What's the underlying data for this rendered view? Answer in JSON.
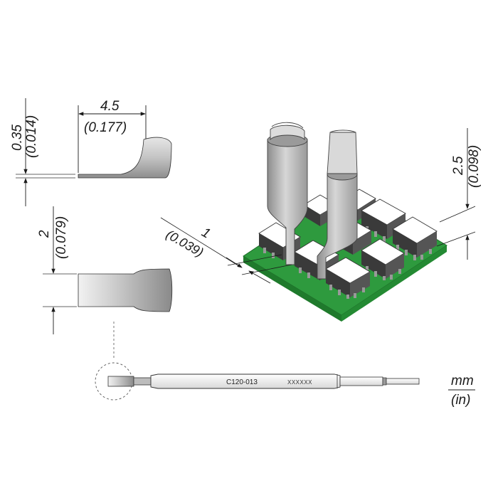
{
  "top_view": {
    "thickness_mm": "0.35",
    "thickness_in": "(0.014)",
    "length_mm": "4.5",
    "length_in": "(0.177)"
  },
  "side_view": {
    "width_mm": "2",
    "width_in": "(0.079)"
  },
  "component_view": {
    "gap_mm": "1",
    "gap_in": "(0.039)",
    "height_mm": "2.5",
    "height_in": "(0.098)"
  },
  "tool": {
    "part_number": "C120-013",
    "code": "XXXXXX"
  },
  "units": {
    "metric": "mm",
    "imperial": "(in)"
  },
  "colors": {
    "pcb": "#2e9a3e",
    "metal": "#b5b5b5",
    "chip_top": "#ffffff",
    "chip_side": "#3a3a3a"
  }
}
